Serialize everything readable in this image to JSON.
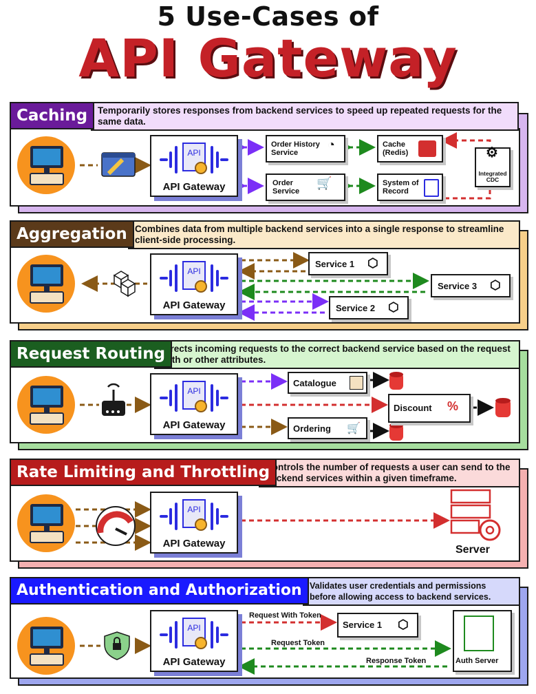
{
  "title": {
    "line1": "5 Use-Cases of",
    "line2": "API Gateway"
  },
  "gateway_label": "API Gateway",
  "api_badge": "API",
  "colors": {
    "title_red": "#c42127",
    "caching": "#6a1b9a",
    "aggregation": "#5b3a1a",
    "routing": "#1b5e20",
    "rate": "#b71c1c",
    "auth": "#1a1aff",
    "orange": "#f7931e"
  },
  "caching": {
    "tag": "Caching",
    "desc": "Temporarily stores responses from backend services to speed up repeated requests for the same data.",
    "order_history": "Order History Service",
    "order_service": "Order Service",
    "cache": "Cache (Redis)",
    "system_of_record": "System of Record",
    "cdc": "Integrated CDC"
  },
  "aggregation": {
    "tag": "Aggregation",
    "desc": "Combines data from multiple backend services into a single response to streamline client-side processing.",
    "service1": "Service 1",
    "service2": "Service 2",
    "service3": "Service 3"
  },
  "routing": {
    "tag": "Request Routing",
    "desc": "Directs incoming requests to the correct backend service based on the request path or other attributes.",
    "catalogue": "Catalogue",
    "discount": "Discount",
    "ordering": "Ordering"
  },
  "rate": {
    "tag": "Rate Limiting and Throttling",
    "desc": "Controls the number of requests a user can send to the backend services within a given timeframe.",
    "server": "Server"
  },
  "auth": {
    "tag": "Authentication and Authorization",
    "desc": "Validates user credentials and permissions before allowing access to backend services.",
    "service1": "Service 1",
    "auth_server": "Auth Server",
    "req_with_token": "Request With Token",
    "req_token": "Request Token",
    "resp_token": "Response Token"
  }
}
